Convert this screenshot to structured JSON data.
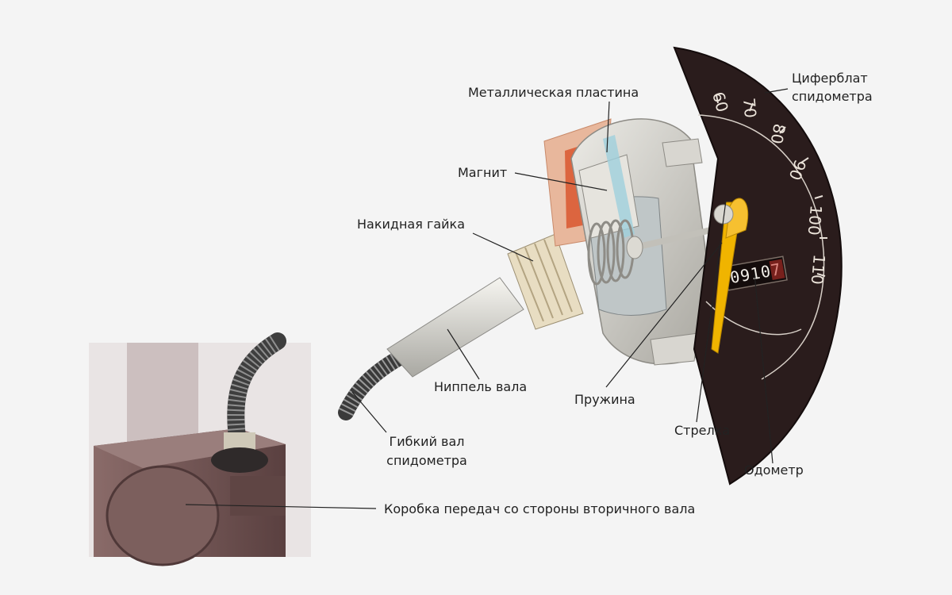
{
  "labels": {
    "metal_plate": "Металлическая пластина",
    "dial_line1": "Циферблат",
    "dial_line2": "спидометра",
    "magnet": "Магнит",
    "union_nut": "Накидная гайка",
    "shaft_nipple": "Ниппель вала",
    "spring": "Пружина",
    "needle": "Стрелка",
    "flex_shaft_line1": "Гибкий вал",
    "flex_shaft_line2": "спидометра",
    "odometer": "Одометр",
    "gearbox": "Коробка передач со стороны вторичного вала"
  },
  "dial": {
    "scale_numbers": [
      "60",
      "70",
      "80",
      "90",
      "100",
      "110"
    ]
  },
  "odometer_reading": {
    "digits": "09107"
  },
  "colors": {
    "background": "#f4f4f4",
    "dial_face": "#2a1c1c",
    "needle": "#f0b400",
    "gearbox": "#6f5250",
    "metal": "#c9c7c0",
    "copper_plate": "#e2a07a",
    "leader_line": "#222222"
  }
}
